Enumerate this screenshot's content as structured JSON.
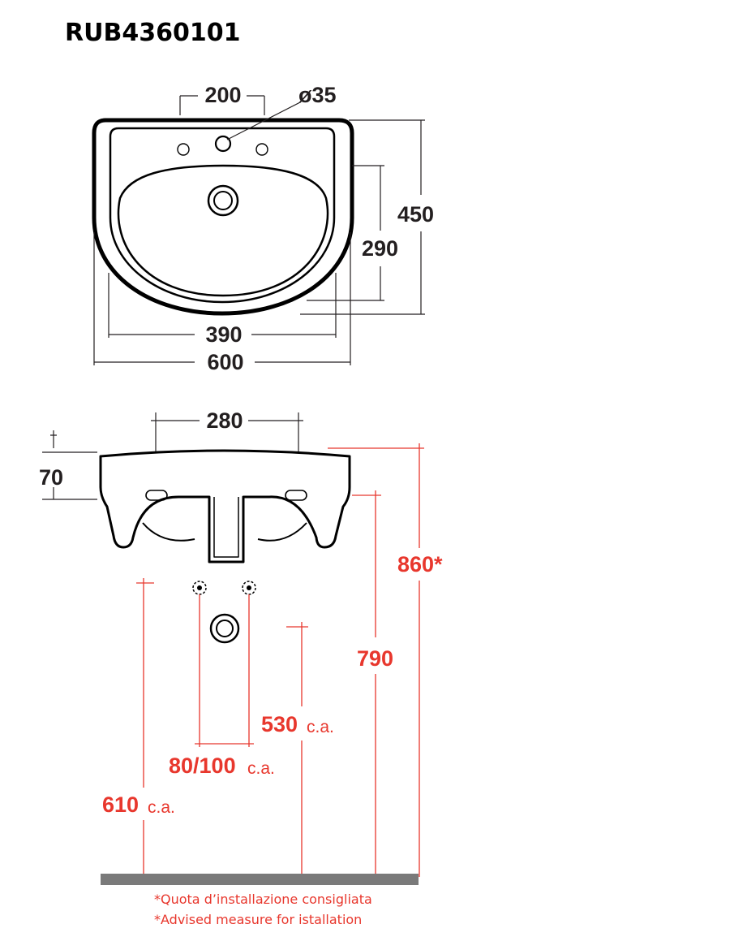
{
  "title": "RUB4360101",
  "top_view": {
    "dim_tap_spacing": "200",
    "dim_hole_diameter": "ø35",
    "dim_depth": "450",
    "dim_bowl_depth": "290",
    "dim_bowl_width": "390",
    "dim_width": "600"
  },
  "side_view": {
    "dim_bracket_spacing": "280",
    "dim_thickness": "70",
    "dim_rim_height": "860*",
    "dim_top_height": "790",
    "dim_waste_height": "530",
    "dim_supply_spacing": "80/100",
    "dim_supply_height": "610",
    "approx_suffix": "c.a."
  },
  "notes": {
    "it": "*Quota d’installazione consigliata",
    "en": "*Advised measure for istallation"
  },
  "colors": {
    "line": "#231f20",
    "accent": "#e8372d",
    "floor": "#7a7a7a"
  }
}
